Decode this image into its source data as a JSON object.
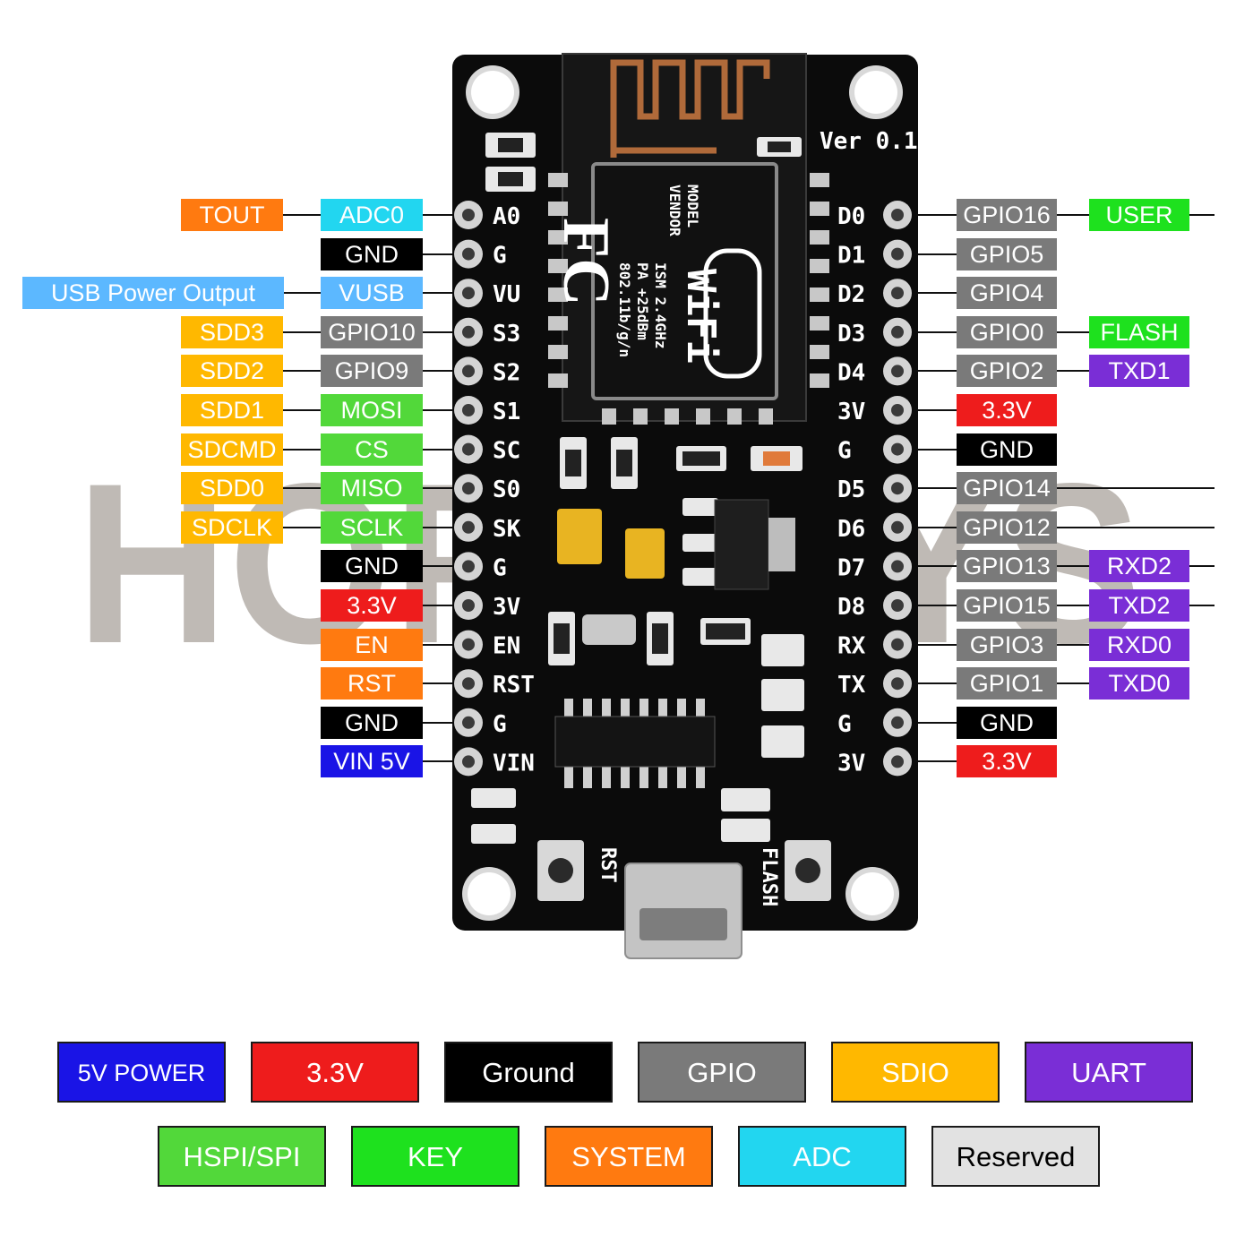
{
  "colors": {
    "5v": "#1a14e6",
    "3v3": "#ee1c1c",
    "gnd": "#000000",
    "gpio": "#7a7a7a",
    "sdio": "#ffb800",
    "uart": "#7a2ed6",
    "spi": "#52d83a",
    "key": "#1ee11e",
    "system": "#ff7a10",
    "adc": "#22d6f0",
    "reserved": "#e2e2e2",
    "usb": "#5cb8ff"
  },
  "board": {
    "version_label": "Ver 0.1",
    "module_model": "MODEL",
    "module_vendor": "VENDOR",
    "module_fc": "FC",
    "module_line1": "ISM 2.4GHz",
    "module_line2": "PA +25dBm",
    "module_line3": "802.11b/g/n",
    "wifi_logo": "WiFi",
    "rst_button_label": "RST",
    "flash_button_label": "FLASH",
    "left_silk": [
      "A0",
      "G",
      "VU",
      "S3",
      "S2",
      "S1",
      "SC",
      "S0",
      "SK",
      "G",
      "3V",
      "EN",
      "RST",
      "G",
      "VIN"
    ],
    "right_silk": [
      "D0",
      "D1",
      "D2",
      "D3",
      "D4",
      "3V",
      "G",
      "D5",
      "D6",
      "D7",
      "D8",
      "RX",
      "TX",
      "G",
      "3V"
    ]
  },
  "watermark": "HORWAYS",
  "left_pins": [
    {
      "outer": "TOUT",
      "outer_color": "system",
      "inner": "ADC0",
      "inner_color": "adc"
    },
    {
      "outer": "",
      "outer_color": "",
      "inner": "GND",
      "inner_color": "gnd"
    },
    {
      "outer": "USB Power Output",
      "outer_color": "usb",
      "inner": "VUSB",
      "inner_color": "usb"
    },
    {
      "outer": "SDD3",
      "outer_color": "sdio",
      "inner": "GPIO10",
      "inner_color": "gpio"
    },
    {
      "outer": "SDD2",
      "outer_color": "sdio",
      "inner": "GPIO9",
      "inner_color": "gpio"
    },
    {
      "outer": "SDD1",
      "outer_color": "sdio",
      "inner": "MOSI",
      "inner_color": "spi"
    },
    {
      "outer": "SDCMD",
      "outer_color": "sdio",
      "inner": "CS",
      "inner_color": "spi"
    },
    {
      "outer": "SDD0",
      "outer_color": "sdio",
      "inner": "MISO",
      "inner_color": "spi"
    },
    {
      "outer": "SDCLK",
      "outer_color": "sdio",
      "inner": "SCLK",
      "inner_color": "spi"
    },
    {
      "outer": "",
      "outer_color": "",
      "inner": "GND",
      "inner_color": "gnd"
    },
    {
      "outer": "",
      "outer_color": "",
      "inner": "3.3V",
      "inner_color": "3v3"
    },
    {
      "outer": "",
      "outer_color": "",
      "inner": "EN",
      "inner_color": "system"
    },
    {
      "outer": "",
      "outer_color": "",
      "inner": "RST",
      "inner_color": "system"
    },
    {
      "outer": "",
      "outer_color": "",
      "inner": "GND",
      "inner_color": "gnd"
    },
    {
      "outer": "",
      "outer_color": "",
      "inner": "VIN 5V",
      "inner_color": "5v"
    }
  ],
  "right_pins": [
    {
      "inner": "GPIO16",
      "inner_color": "gpio",
      "outer": "USER",
      "outer_color": "key"
    },
    {
      "inner": "GPIO5",
      "inner_color": "gpio",
      "outer": "",
      "outer_color": ""
    },
    {
      "inner": "GPIO4",
      "inner_color": "gpio",
      "outer": "",
      "outer_color": ""
    },
    {
      "inner": "GPIO0",
      "inner_color": "gpio",
      "outer": "FLASH",
      "outer_color": "key"
    },
    {
      "inner": "GPIO2",
      "inner_color": "gpio",
      "outer": "TXD1",
      "outer_color": "uart"
    },
    {
      "inner": "3.3V",
      "inner_color": "3v3",
      "outer": "",
      "outer_color": ""
    },
    {
      "inner": "GND",
      "inner_color": "gnd",
      "outer": "",
      "outer_color": ""
    },
    {
      "inner": "GPIO14",
      "inner_color": "gpio",
      "outer": "",
      "outer_color": ""
    },
    {
      "inner": "GPIO12",
      "inner_color": "gpio",
      "outer": "",
      "outer_color": ""
    },
    {
      "inner": "GPIO13",
      "inner_color": "gpio",
      "outer": "RXD2",
      "outer_color": "uart"
    },
    {
      "inner": "GPIO15",
      "inner_color": "gpio",
      "outer": "TXD2",
      "outer_color": "uart"
    },
    {
      "inner": "GPIO3",
      "inner_color": "gpio",
      "outer": "RXD0",
      "outer_color": "uart"
    },
    {
      "inner": "GPIO1",
      "inner_color": "gpio",
      "outer": "TXD0",
      "outer_color": "uart"
    },
    {
      "inner": "GND",
      "inner_color": "gnd",
      "outer": "",
      "outer_color": ""
    },
    {
      "inner": "3.3V",
      "inner_color": "3v3",
      "outer": "",
      "outer_color": ""
    }
  ],
  "legend": {
    "row1": [
      {
        "label": "5V POWER",
        "color": "5v"
      },
      {
        "label": "3.3V",
        "color": "3v3"
      },
      {
        "label": "Ground",
        "color": "gnd"
      },
      {
        "label": "GPIO",
        "color": "gpio"
      },
      {
        "label": "SDIO",
        "color": "sdio"
      },
      {
        "label": "UART",
        "color": "uart"
      }
    ],
    "row2": [
      {
        "label": "HSPI/SPI",
        "color": "spi"
      },
      {
        "label": "KEY",
        "color": "key"
      },
      {
        "label": "SYSTEM",
        "color": "system"
      },
      {
        "label": "ADC",
        "color": "adc"
      },
      {
        "label": "Reserved",
        "color": "reserved"
      }
    ]
  }
}
